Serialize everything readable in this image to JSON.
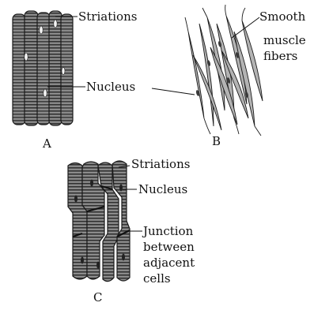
{
  "colors": {
    "ink": "#1a1a1a",
    "fiber_dark": "#6d6d6d",
    "fiber_mid": "#9a9a9a",
    "fiber_light": "#c9c9c9",
    "background": "#ffffff"
  },
  "figures": {
    "a": {
      "letter": "A",
      "labels": {
        "striations": "Striations",
        "nucleus": "Nucleus"
      }
    },
    "b": {
      "letter": "B",
      "labels": {
        "line1": "Smooth",
        "line2": "muscle",
        "line3": "fibers"
      }
    },
    "c": {
      "letter": "C",
      "labels": {
        "striations": "Striations",
        "nucleus": "Nucleus",
        "junction1": "Junction",
        "junction2": "between",
        "junction3": "adjacent",
        "junction4": "cells"
      }
    }
  }
}
